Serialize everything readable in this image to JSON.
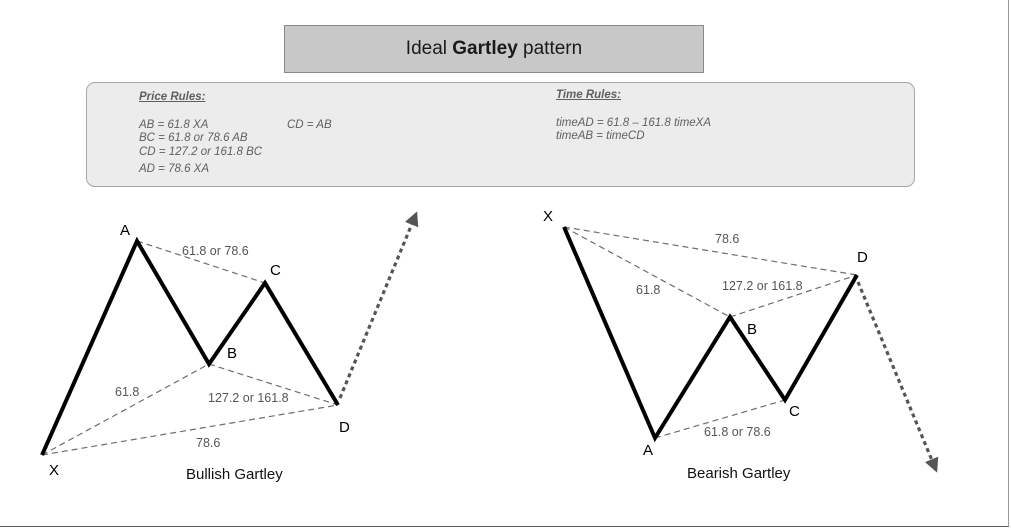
{
  "title": {
    "prefix": "Ideal",
    "bold": "Gartley",
    "suffix": "pattern"
  },
  "rules": {
    "price_header": "Price Rules:",
    "price_lines": [
      "AB = 61.8 XA",
      "BC = 61.8 or 78.6 AB",
      "CD = 127.2 or 161.8 BC",
      "AD = 78.6 XA"
    ],
    "price_extra": "CD = AB",
    "time_header": "Time Rules:",
    "time_lines": [
      "timeAD = 61.8 – 161.8 timeXA",
      "timeAB = timeCD"
    ]
  },
  "bullish": {
    "caption": "Bullish Gartley",
    "points": {
      "X": "X",
      "A": "A",
      "B": "B",
      "C": "C",
      "D": "D"
    },
    "ratios": {
      "xb": "61.8",
      "ac": "61.8 or 78.6",
      "bd": "127.2 or 161.8",
      "xd": "78.6"
    }
  },
  "bearish": {
    "caption": "Bearish Gartley",
    "points": {
      "X": "X",
      "A": "A",
      "B": "B",
      "C": "C",
      "D": "D"
    },
    "ratios": {
      "xd": "78.6",
      "xb": "61.8",
      "bd": "127.2 or 161.8",
      "ac": "61.8 or 78.6"
    }
  },
  "colors": {
    "leg": "#000000",
    "dashed": "#6e6e6e",
    "arrow": "#555555"
  }
}
